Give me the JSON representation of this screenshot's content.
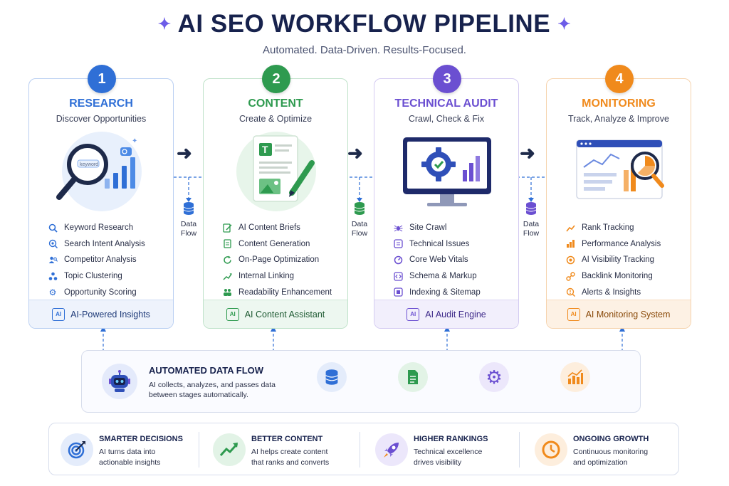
{
  "header": {
    "title": "AI SEO WORKFLOW PIPELINE",
    "subtitle": "Automated. Data-Driven. Results-Focused."
  },
  "colors": {
    "research": "#2f6fd6",
    "content": "#2e9a4f",
    "technical": "#6b4fd1",
    "monitoring": "#f08a1c",
    "navy": "#17224d"
  },
  "stages": [
    {
      "number": "1",
      "title": "RESEARCH",
      "subtitle": "Discover Opportunities",
      "items": [
        {
          "label": "Keyword Research",
          "icon": "magnifier-icon"
        },
        {
          "label": "Search Intent Analysis",
          "icon": "target-search-icon"
        },
        {
          "label": "Competitor Analysis",
          "icon": "people-icon"
        },
        {
          "label": "Topic Clustering",
          "icon": "cluster-icon"
        },
        {
          "label": "Opportunity Scoring",
          "icon": "gear-icon"
        }
      ],
      "footer": "AI-Powered Insights",
      "illustration": {
        "search_text": "keyword"
      }
    },
    {
      "number": "2",
      "title": "CONTENT",
      "subtitle": "Create & Optimize",
      "items": [
        {
          "label": "AI Content Briefs",
          "icon": "edit-doc-icon"
        },
        {
          "label": "Content Generation",
          "icon": "document-icon"
        },
        {
          "label": "On-Page Optimization",
          "icon": "refresh-icon"
        },
        {
          "label": "Internal Linking",
          "icon": "link-icon"
        },
        {
          "label": "Readability Enhancement",
          "icon": "users-icon"
        }
      ],
      "footer": "AI Content Assistant",
      "illustration": {
        "doc_letter": "T"
      }
    },
    {
      "number": "3",
      "title": "TECHNICAL AUDIT",
      "subtitle": "Crawl, Check & Fix",
      "items": [
        {
          "label": "Site Crawl",
          "icon": "spider-icon"
        },
        {
          "label": "Technical Issues",
          "icon": "list-icon"
        },
        {
          "label": "Core Web Vitals",
          "icon": "gauge-icon"
        },
        {
          "label": "Schema & Markup",
          "icon": "code-icon"
        },
        {
          "label": "Indexing & Sitemap",
          "icon": "sitemap-icon"
        }
      ],
      "footer": "AI Audit Engine"
    },
    {
      "number": "4",
      "title": "MONITORING",
      "subtitle": "Track, Analyze & Improve",
      "items": [
        {
          "label": "Rank Tracking",
          "icon": "trend-icon"
        },
        {
          "label": "Performance Analysis",
          "icon": "bar-chart-icon"
        },
        {
          "label": "AI Visibility Tracking",
          "icon": "eye-icon"
        },
        {
          "label": "Backlink Monitoring",
          "icon": "link-icon"
        },
        {
          "label": "Alerts & Insights",
          "icon": "alert-icon"
        }
      ],
      "footer": "AI Monitoring System"
    }
  ],
  "chip_label": "AI",
  "data_flow_label": "Data Flow",
  "automation": {
    "title": "AUTOMATED DATA FLOW",
    "description": "AI collects, analyzes, and passes data between stages automatically.",
    "nodes": [
      "database-icon",
      "document-icon",
      "gear-icon",
      "chart-icon"
    ]
  },
  "benefits": [
    {
      "title": "SMARTER DECISIONS",
      "line1": "AI turns data into",
      "line2": "actionable insights",
      "icon": "target-icon"
    },
    {
      "title": "BETTER CONTENT",
      "line1": "AI helps create content",
      "line2": "that ranks and converts",
      "icon": "trend-up-icon"
    },
    {
      "title": "HIGHER RANKINGS",
      "line1": "Technical excellence",
      "line2": "drives visibility",
      "icon": "rocket-icon"
    },
    {
      "title": "ONGOING GROWTH",
      "line1": "Continuous monitoring",
      "line2": "and optimization",
      "icon": "clock-icon"
    }
  ]
}
